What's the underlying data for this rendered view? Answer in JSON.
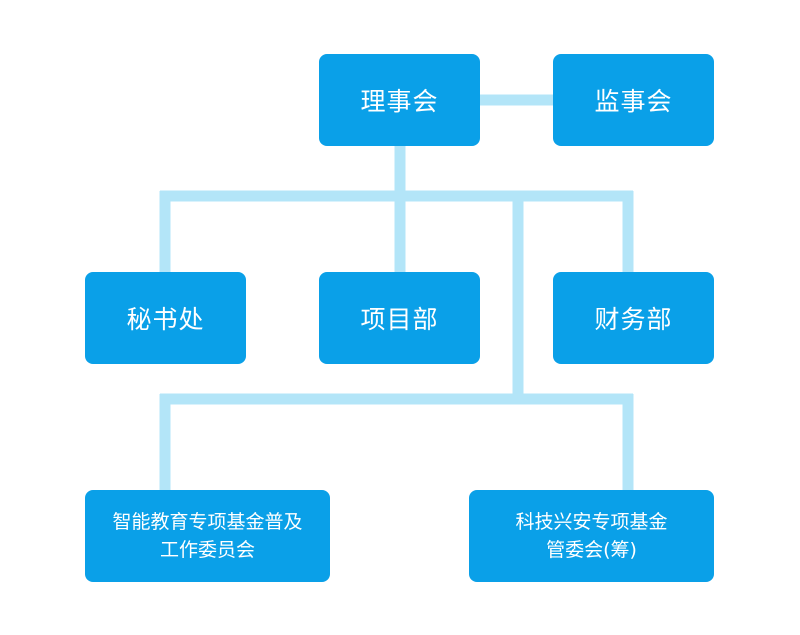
{
  "nodes": {
    "board": "理事会",
    "supervisory_board": "监事会",
    "secretariat": "秘书处",
    "projects_dept": "项目部",
    "finance_dept": "财务部",
    "fund_science_ed": {
      "line1": "智能教育专项基金普及",
      "line2": "工作委员会"
    },
    "fund_tech_security": {
      "line1": "科技兴安专项基金",
      "line2": "管委会(筹)"
    }
  },
  "colors": {
    "node_fill": "#0aa0e8",
    "node_text": "#ffffff",
    "connector": "#b3e5f8",
    "background": "#ffffff"
  }
}
